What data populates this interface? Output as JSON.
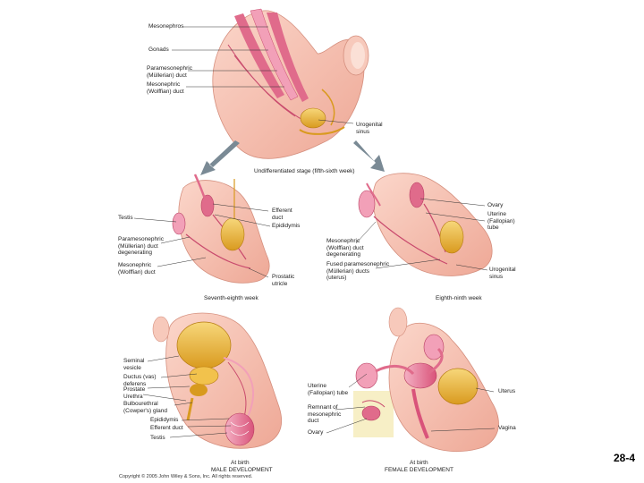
{
  "labels": {
    "mesonephros": "Mesonephros",
    "gonads": "Gonads",
    "paramesonephric_top": "Paramesonephric\n(Müllerian) duct",
    "mesonephric_top": "Mesonephric\n(Wolffian) duct",
    "urogenital_sinus_top": "Urogenital\nsinus",
    "stage_undiff": "Undifferentiated stage (fifth-sixth week)",
    "testis": "Testis",
    "efferent_duct": "Efferent\nduct",
    "epididymis_mid": "Epididymis",
    "paramesonephric_degen": "Paramesonephric\n(Müllerian) duct\ndegenerating",
    "mesonephric_mid": "Mesonephric\n(Wolffian) duct",
    "prostatic_utricle": "Prostatic\nutricle",
    "stage_7_8": "Seventh-eighth week",
    "ovary_mid": "Ovary",
    "uterine_tube_mid": "Uterine\n(Fallopian)\ntube",
    "mesonephric_degen": "Mesonephric\n(Wolffian) duct\ndegenerating",
    "fused_paramesonephric": "Fused paramesonephric\n(Müllerian) ducts\n(uterus)",
    "urogenital_sinus_mid": "Urogenital\nsinus",
    "stage_8_9": "Eighth-ninth week",
    "seminal_vesicle": "Seminal\nvesicle",
    "ductus_deferens": "Ductus (vas)\ndeferens",
    "prostate": "Prostate",
    "urethra": "Urethra",
    "bulbourethral": "Bulbourethral\n(Cowper's) gland",
    "epididymis_bottom": "Epididymis",
    "efferent_duct_bottom": "Efferent duct",
    "testis_bottom": "Testis",
    "at_birth_male": "At birth",
    "male_development": "MALE DEVELOPMENT",
    "uterine_tube_bottom": "Uterine\n(Fallopian) tube",
    "remnant_mesonephric": "Remnant of\nmesonephric\nduct",
    "ovary_bottom": "Ovary",
    "uterus": "Uterus",
    "vagina": "Vagina",
    "at_birth_female": "At birth",
    "female_development": "FEMALE DEVELOPMENT"
  },
  "copyright": "Copyright © 2005 John Wiley & Sons, Inc. All rights reserved.",
  "page_number": "28-4",
  "colors": {
    "skin": "#f6c3b5",
    "skin_dark": "#e8a391",
    "organ_pink": "#e06b8b",
    "organ_light": "#f2a0b8",
    "bladder": "#f2c24c",
    "bladder_dark": "#d89a1e",
    "highlight_box": "#f7efc6"
  }
}
